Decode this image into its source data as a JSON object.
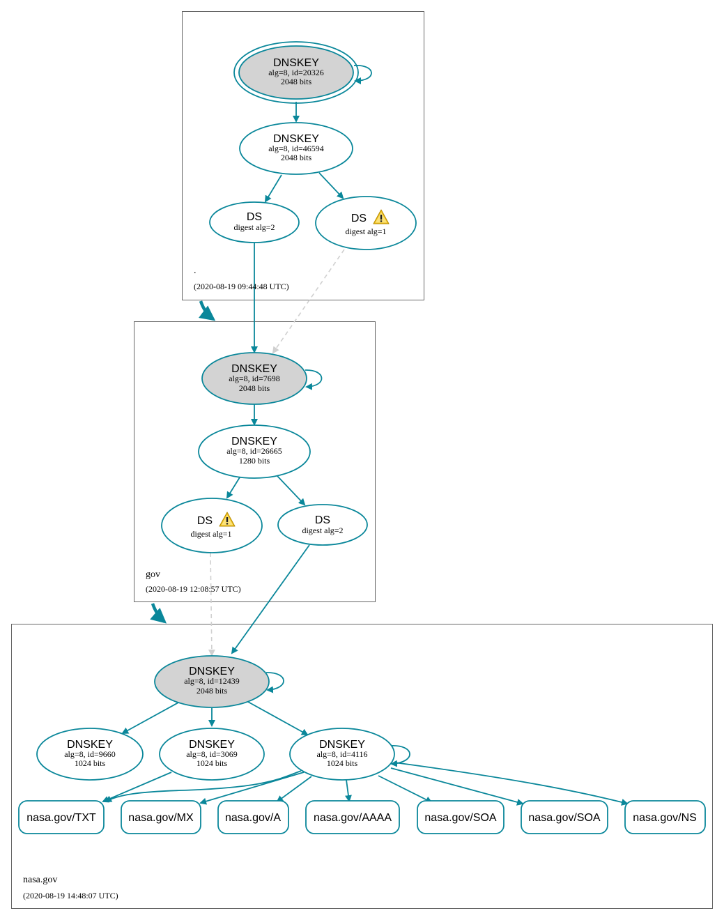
{
  "colors": {
    "edge": "#0a879a",
    "insecure_edge": "#d0d0d0",
    "ksk_fill": "#d3d3d3",
    "node_fill": "#ffffff",
    "warning": "#f2c11a"
  },
  "zones": [
    {
      "id": "root",
      "name": ".",
      "timestamp": "(2020-08-19 09:44:48 UTC)"
    },
    {
      "id": "gov",
      "name": "gov",
      "timestamp": "(2020-08-19 12:08:57 UTC)"
    },
    {
      "id": "nasa",
      "name": "nasa.gov",
      "timestamp": "(2020-08-19 14:48:07 UTC)"
    }
  ],
  "nodes": {
    "root_ksk": {
      "title": "DNSKEY",
      "line1": "alg=8, id=20326",
      "line2": "2048 bits"
    },
    "root_zsk": {
      "title": "DNSKEY",
      "line1": "alg=8, id=46594",
      "line2": "2048 bits"
    },
    "root_ds2": {
      "title": "DS",
      "line1": "digest alg=2"
    },
    "root_ds1": {
      "title": "DS",
      "line1": "digest alg=1",
      "icon": "warning-icon"
    },
    "gov_ksk": {
      "title": "DNSKEY",
      "line1": "alg=8, id=7698",
      "line2": "2048 bits"
    },
    "gov_zsk": {
      "title": "DNSKEY",
      "line1": "alg=8, id=26665",
      "line2": "1280 bits"
    },
    "gov_ds1": {
      "title": "DS",
      "line1": "digest alg=1",
      "icon": "warning-icon"
    },
    "gov_ds2": {
      "title": "DS",
      "line1": "digest alg=2"
    },
    "nasa_ksk": {
      "title": "DNSKEY",
      "line1": "alg=8, id=12439",
      "line2": "2048 bits"
    },
    "nasa_k9660": {
      "title": "DNSKEY",
      "line1": "alg=8, id=9660",
      "line2": "1024 bits"
    },
    "nasa_k3069": {
      "title": "DNSKEY",
      "line1": "alg=8, id=3069",
      "line2": "1024 bits"
    },
    "nasa_k4116": {
      "title": "DNSKEY",
      "line1": "alg=8, id=4116",
      "line2": "1024 bits"
    }
  },
  "rrsets": [
    {
      "id": "txt",
      "label": "nasa.gov/TXT"
    },
    {
      "id": "mx",
      "label": "nasa.gov/MX"
    },
    {
      "id": "a",
      "label": "nasa.gov/A"
    },
    {
      "id": "aaaa",
      "label": "nasa.gov/AAAA"
    },
    {
      "id": "soa1",
      "label": "nasa.gov/SOA"
    },
    {
      "id": "soa2",
      "label": "nasa.gov/SOA"
    },
    {
      "id": "ns",
      "label": "nasa.gov/NS"
    }
  ]
}
